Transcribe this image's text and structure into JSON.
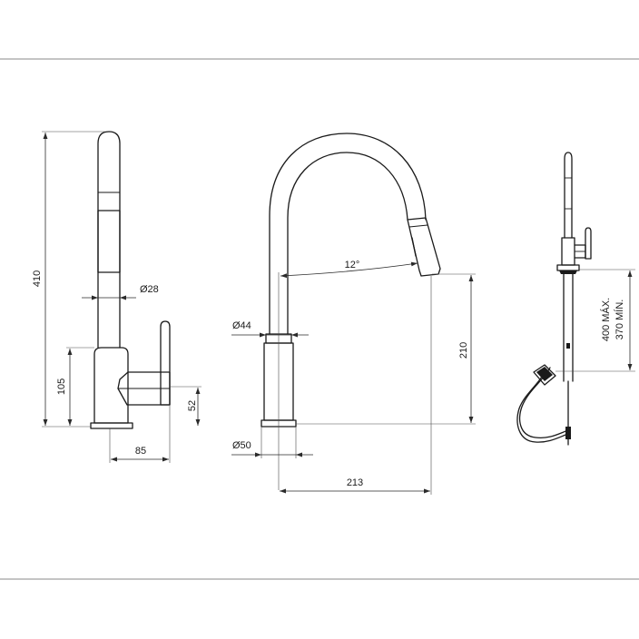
{
  "dimensions": {
    "side_height_total": "410",
    "side_base_height": "105",
    "side_spout_diameter": "Ø28",
    "side_lever_height": "52",
    "side_base_width": "85",
    "front_body_diameter": "Ø44",
    "front_base_diameter": "Ø50",
    "front_angle": "12°",
    "front_outlet_height": "210",
    "front_reach": "213",
    "hose_max": "400 MÁX.",
    "hose_min": "370 MÍN."
  }
}
